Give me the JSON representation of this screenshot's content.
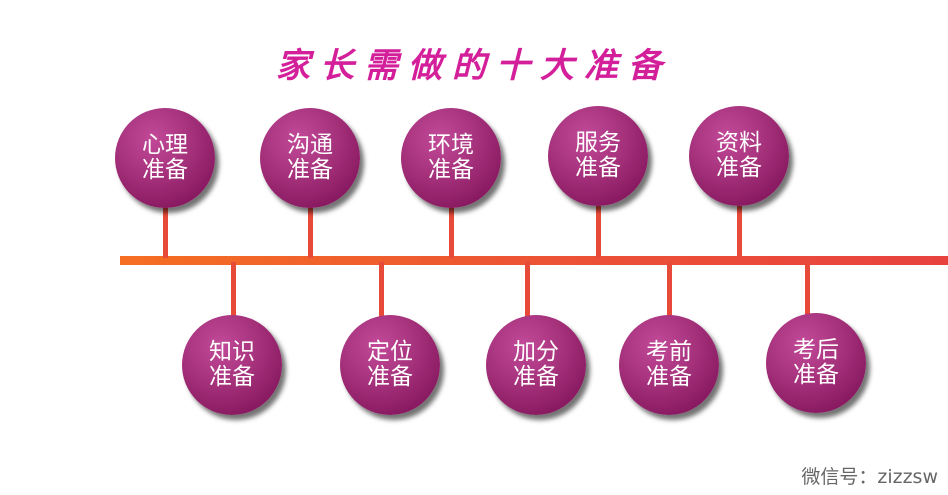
{
  "title": "家长需做的十大准备",
  "top_nodes": [
    {
      "line1": "心理",
      "line2": "准备"
    },
    {
      "line1": "沟通",
      "line2": "准备"
    },
    {
      "line1": "环境",
      "line2": "准备"
    },
    {
      "line1": "服务",
      "line2": "准备"
    },
    {
      "line1": "资料",
      "line2": "准备"
    }
  ],
  "bottom_nodes": [
    {
      "line1": "知识",
      "line2": "准备"
    },
    {
      "line1": "定位",
      "line2": "准备"
    },
    {
      "line1": "加分",
      "line2": "准备"
    },
    {
      "line1": "考前",
      "line2": "准备"
    },
    {
      "line1": "考后",
      "line2": "准备"
    }
  ],
  "watermark": "微信号：zizzsw",
  "colors": {
    "title": "#d41f9b",
    "node": "#a5317b",
    "timeline": "#ec5334"
  }
}
